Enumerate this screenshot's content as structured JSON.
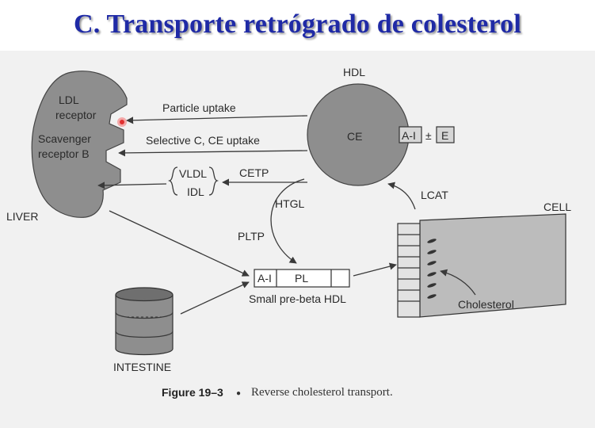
{
  "title": "C. Transporte retrógrado de colesterol",
  "labels": {
    "hdl": "HDL",
    "ce": "CE",
    "ai_box": "A-I",
    "plus_minus": "±",
    "e_box": "E",
    "ldl_receptor_line1": "LDL",
    "ldl_receptor_line2": "receptor",
    "scavenger_line1": "Scavenger",
    "scavenger_line2": "receptor B",
    "liver": "LIVER",
    "particle_uptake": "Particle uptake",
    "selective_uptake": "Selective C, CE uptake",
    "vldl": "VLDL",
    "idl": "IDL",
    "cetp": "CETP",
    "htgl": "HTGL",
    "pltp": "PLTP",
    "lcat": "LCAT",
    "cell": "CELL",
    "prebeta_ai": "A-I",
    "prebeta_pl": "PL",
    "small_prebeta_hdl": "Small pre-beta HDL",
    "cholesterol": "Cholesterol",
    "intestine": "INTESTINE"
  },
  "caption": {
    "figure_number": "Figure 19–3",
    "bullet": "●",
    "text": "Reverse cholesterol transport."
  },
  "colors": {
    "title": "#1f2aa6",
    "shape_fill": "#8e8e8e",
    "cell_fill": "#bcbcbc",
    "pointer_dot": "#e03030"
  }
}
